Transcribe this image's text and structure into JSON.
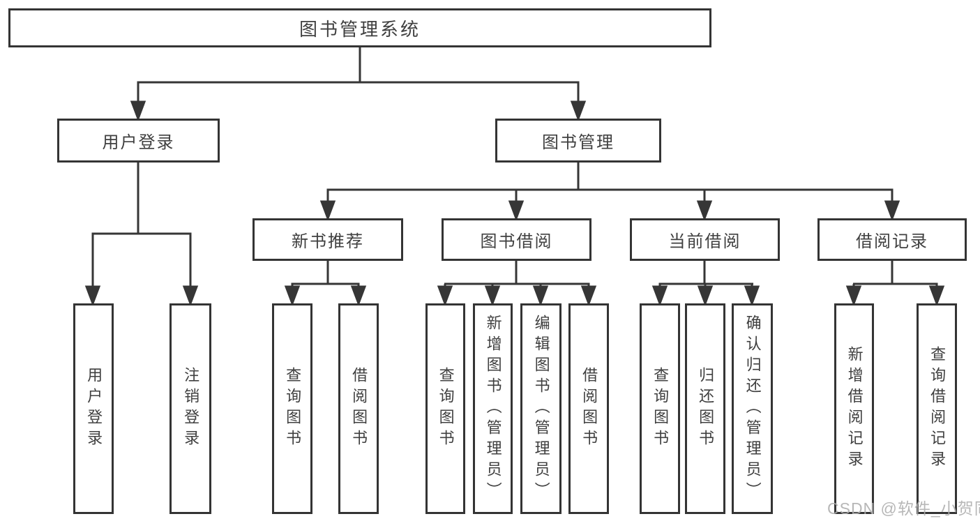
{
  "root": {
    "label": "图书管理系统"
  },
  "branches": [
    {
      "label": "用户登录",
      "children": [
        {
          "label": "用户登录"
        },
        {
          "label": "注销登录"
        }
      ]
    },
    {
      "label": "图书管理",
      "children": [
        {
          "label": "新书推荐",
          "children": [
            {
              "label": "查询图书"
            },
            {
              "label": "借阅图书"
            }
          ]
        },
        {
          "label": "图书借阅",
          "children": [
            {
              "label": "查询图书"
            },
            {
              "label": "新增图书（管理员）"
            },
            {
              "label": "编辑图书（管理员）"
            },
            {
              "label": "借阅图书"
            }
          ]
        },
        {
          "label": "当前借阅",
          "children": [
            {
              "label": "查询图书"
            },
            {
              "label": "归还图书"
            },
            {
              "label": "确认归还（管理员）"
            }
          ]
        },
        {
          "label": "借阅记录",
          "children": [
            {
              "label": "新增借阅记录"
            },
            {
              "label": "查询借阅记录"
            }
          ]
        }
      ]
    }
  ],
  "watermark": "CSDN @软件_小贺同学",
  "colors": {
    "line": "#363636",
    "box_border": "#343434",
    "box_fill": "#ffffff",
    "text": "#3f3f3f",
    "watermark": "#aeaeae"
  }
}
